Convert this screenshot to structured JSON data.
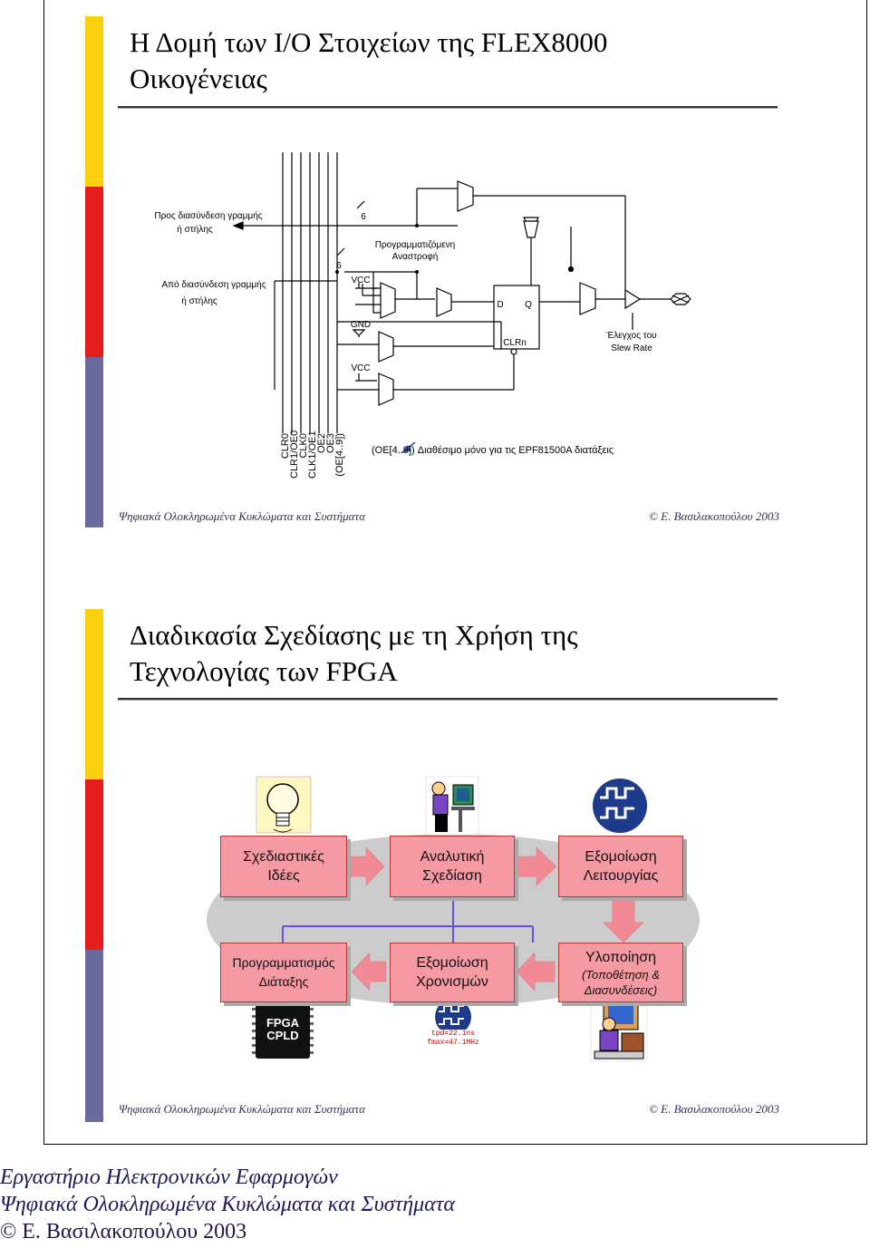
{
  "slide1": {
    "title_line1": "Η Δομή των I/O Στοιχείων της FLEX8000",
    "title_line2": "Οικογένειας",
    "circuit": {
      "to_row_col_1": "Προς διασύνδεση γραμμής",
      "to_row_col_2": "ή στήλης",
      "from_row_col_1": "Από διασύνδεση γραμμής",
      "from_row_col_2": "ή στήλης",
      "bus_width_top": "6",
      "bus_width_left": "6",
      "prog_inversion_1": "Προγραμματιζόμενη",
      "prog_inversion_2": "Αναστροφή",
      "vcc_top": "VCC",
      "gnd": "GND",
      "vcc_bottom": "VCC",
      "ff_d": "D",
      "ff_q": "Q",
      "ff_clrn": "CLRn",
      "slew_1": "Έλεγχος του",
      "slew_2": "Slew Rate",
      "vertical_labels": [
        "CLR0",
        "CLR1/OE0",
        "CLK0",
        "CLK1/OE1",
        "OE2",
        "OE3",
        "(OE[4..9])"
      ],
      "oe_note": "(OE[4..9]) Διαθέσιμο μόνο για τις EPF81500A διατάξεις"
    },
    "footer_left": "Ψηφιακά Ολοκληρωμένα Κυκλώματα και Συστήματα",
    "footer_right": "© Ε. Βασιλακοπούλου 2003"
  },
  "slide2": {
    "title_line1": "Διαδικασία Σχεδίασης με τη Χρήση της",
    "title_line2": "Τεχνολογίας των FPGA",
    "flow": {
      "box1_l1": "Σχεδιαστικές",
      "box1_l2": "Ιδέες",
      "box2_l1": "Αναλυτική",
      "box2_l2": "Σχεδίαση",
      "box3_l1": "Εξομοίωση",
      "box3_l2": "Λειτουργίας",
      "box4_l1": "Προγραμματισμός",
      "box4_l2": "Διάταξης",
      "box5_l1": "Εξομοίωση",
      "box5_l2": "Χρονισμών",
      "box6_l1": "Υλοποίηση",
      "box6_l2": "(Τοποθέτηση &",
      "box6_l3": "Διασυνδέσεις)",
      "chip_l1": "FPGA",
      "chip_l2": "CPLD",
      "timing_l1": "tpd=22.1ns",
      "timing_l2": "fmax=47.1MHz"
    },
    "footer_left": "Ψηφιακά Ολοκληρωμένα Κυκλώματα και Συστήματα",
    "footer_right": "© Ε. Βασιλακοπούλου 2003"
  },
  "page_footer": {
    "line1": "Εργαστήριο Ηλεκτρονικών Εφαρμογών",
    "line2": "Ψηφιακά Ολοκληρωμένα Κυκλώματα και Συστήματα",
    "line3": "© Ε. Βασιλακοπούλου 2003"
  },
  "colors": {
    "bar_yellow": "#fcd00e",
    "bar_red": "#e31c1c",
    "bar_blue": "#6a6a9e",
    "box_fill": "#f59aa3",
    "arrow_fill": "#f28a96",
    "ellipse": "#cccccc"
  }
}
